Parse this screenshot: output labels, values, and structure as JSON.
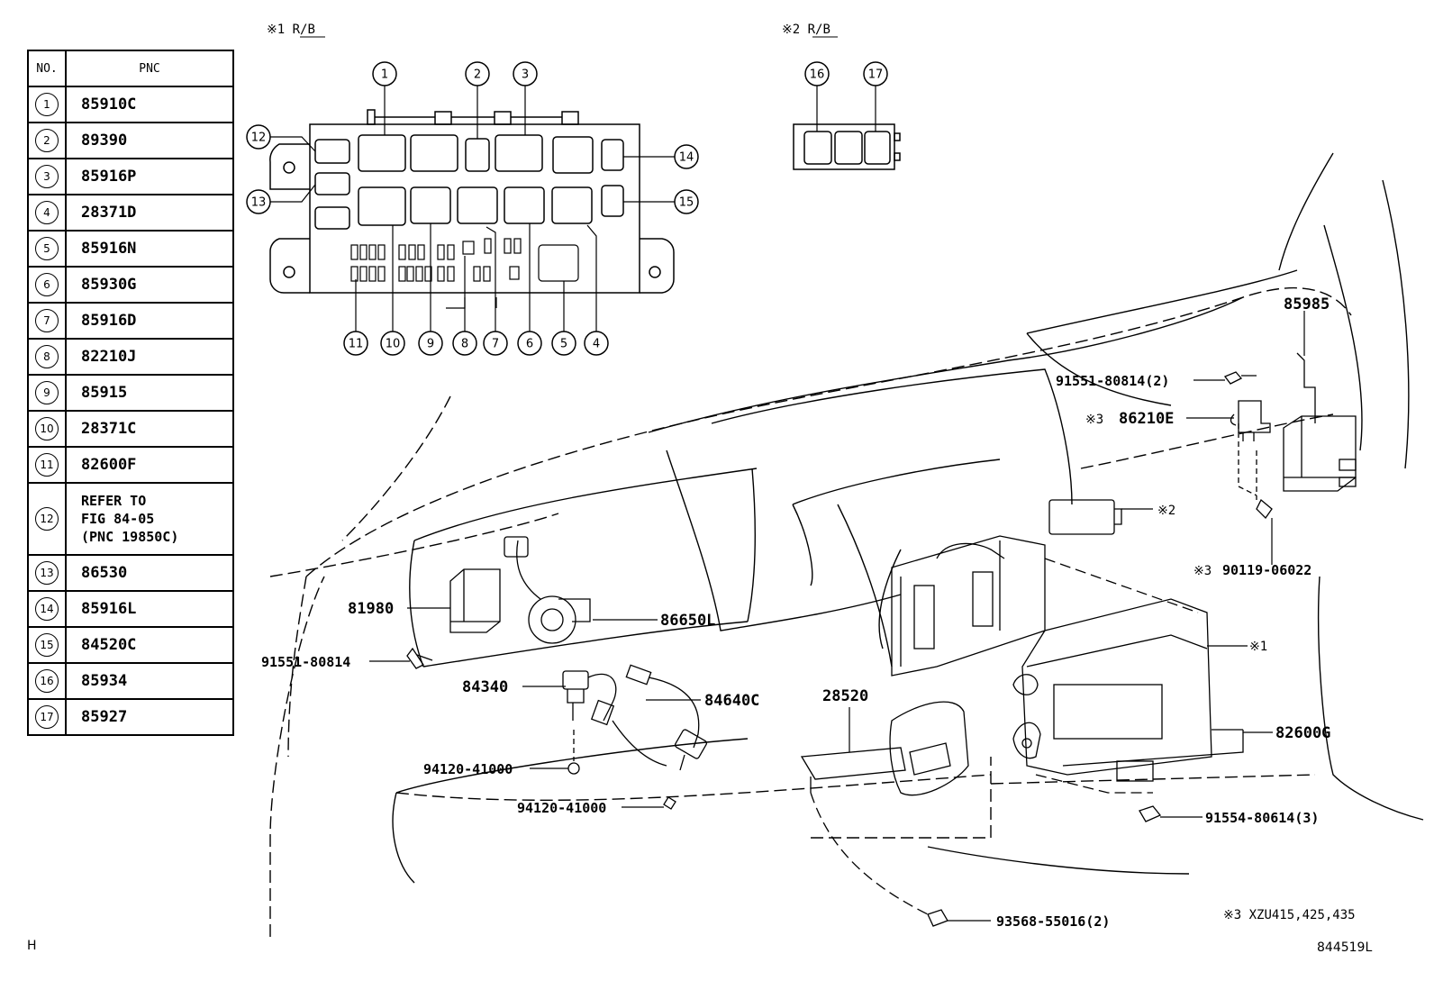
{
  "table": {
    "header_no": "NO.",
    "header_pnc": "PNC",
    "rows": [
      {
        "no": "1",
        "pnc": "85910C"
      },
      {
        "no": "2",
        "pnc": "89390"
      },
      {
        "no": "3",
        "pnc": "85916P"
      },
      {
        "no": "4",
        "pnc": "28371D"
      },
      {
        "no": "5",
        "pnc": "85916N"
      },
      {
        "no": "6",
        "pnc": "85930G"
      },
      {
        "no": "7",
        "pnc": "85916D"
      },
      {
        "no": "8",
        "pnc": "82210J"
      },
      {
        "no": "9",
        "pnc": "85915"
      },
      {
        "no": "10",
        "pnc": "28371C"
      },
      {
        "no": "11",
        "pnc": "82600F"
      },
      {
        "no": "12",
        "pnc": "REFER TO\nFIG 84-05\n(PNC 19850C)"
      },
      {
        "no": "13",
        "pnc": "86530"
      },
      {
        "no": "14",
        "pnc": "85916L"
      },
      {
        "no": "15",
        "pnc": "84520C"
      },
      {
        "no": "16",
        "pnc": "85934"
      },
      {
        "no": "17",
        "pnc": "85927"
      }
    ]
  },
  "headings": {
    "rb1": "※1 R/B",
    "rb2": "※2 R/B"
  },
  "rb1_callouts": [
    "1",
    "2",
    "3",
    "4",
    "5",
    "6",
    "7",
    "8",
    "9",
    "10",
    "11",
    "12",
    "13",
    "14",
    "15"
  ],
  "rb2_callouts": [
    "16",
    "17"
  ],
  "labels": {
    "p85985": "85985",
    "p91551_2": "91551-80814(2)",
    "p86210e": "86210E",
    "mark3a": "※3",
    "mark2": "※2",
    "p90119": "90119-06022",
    "mark3b": "※3",
    "mark1": "※1",
    "p81980": "81980",
    "p86650l": "86650L",
    "p91551": "91551-80814",
    "p84340": "84340",
    "p84640c": "84640C",
    "p28520": "28520",
    "p82600g": "82600G",
    "p94120a": "94120-41000",
    "p94120b": "94120-41000",
    "p91554": "91554-80614(3)",
    "p93568": "93568-55016(2)",
    "note": "※3 XZU415,425,435",
    "corner_h": "H",
    "fig_no": "844519L"
  }
}
